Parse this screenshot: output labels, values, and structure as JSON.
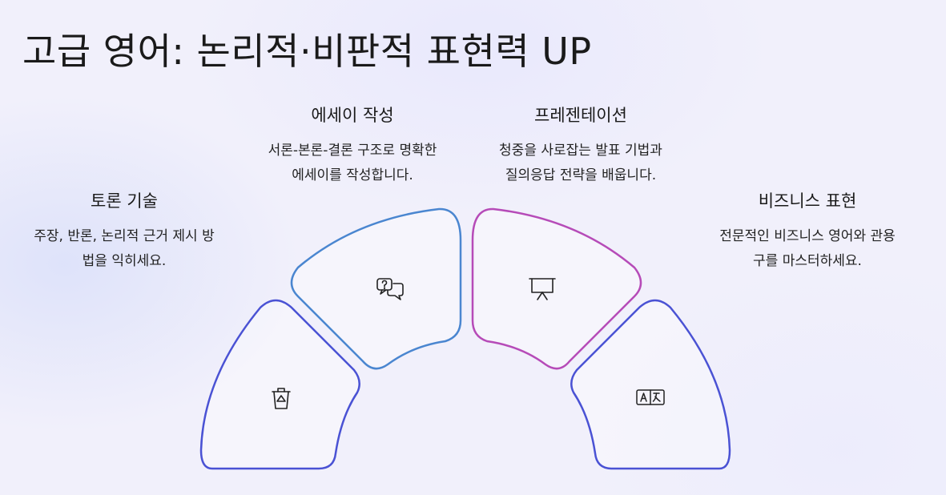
{
  "title": "고급 영어: 논리적·비판적 표현력 UP",
  "segments": [
    {
      "key": "debate",
      "title": "토론 기술",
      "desc_lines": [
        "주장, 반론, 논리적 근거 제시 방",
        "법을 익히세요."
      ],
      "icon": "trash-recycle-icon",
      "color": "#4a52d4"
    },
    {
      "key": "essay",
      "title": "에세이 작성",
      "desc_lines": [
        "서론-본론-결론 구조로 명확한",
        "에세이를 작성합니다."
      ],
      "icon": "speech-bubbles-icon",
      "color": "#4a86d0"
    },
    {
      "key": "presentation",
      "title": "프레젠테이션",
      "desc_lines": [
        "청중을 사로잡는 발표 기법과",
        "질의응답 전략을 배웁니다."
      ],
      "icon": "presentation-board-icon",
      "color": "#b64bb8"
    },
    {
      "key": "business",
      "title": "비즈니스 표현",
      "desc_lines": [
        "전문적인 비즈니스 영어와 관용",
        "구를 마스터하세요."
      ],
      "icon": "translate-icon",
      "color": "#4a52d4"
    }
  ]
}
